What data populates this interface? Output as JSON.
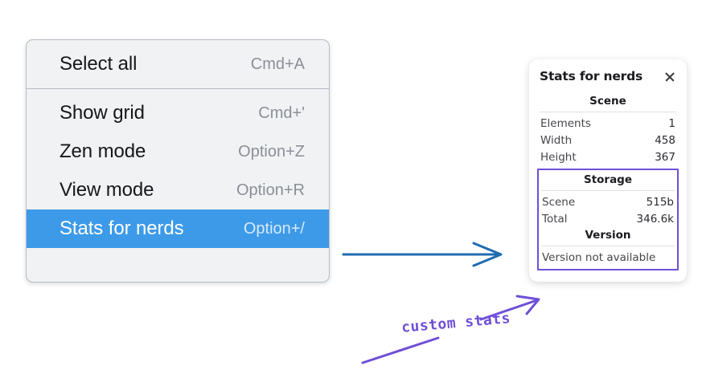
{
  "colors": {
    "menu_background": "#f1f2f4",
    "menu_border": "#b6bcc6",
    "menu_highlight": "#3d9ae8",
    "annotation_purple": "#6f4fd8",
    "annotation_blue": "#1f6cb0",
    "panel_background": "#ffffff",
    "page_background": "#ffffff"
  },
  "context_menu": {
    "name": "context-menu",
    "groups": [
      {
        "items": [
          {
            "label": "Select all",
            "shortcut": "Cmd+A",
            "selected": false,
            "name": "select-all"
          }
        ]
      },
      {
        "items": [
          {
            "label": "Show grid",
            "shortcut": "Cmd+'",
            "selected": false,
            "name": "show-grid"
          },
          {
            "label": "Zen mode",
            "shortcut": "Option+Z",
            "selected": false,
            "name": "zen-mode"
          },
          {
            "label": "View mode",
            "shortcut": "Option+R",
            "selected": false,
            "name": "view-mode"
          },
          {
            "label": "Stats for nerds",
            "shortcut": "Option+/",
            "selected": true,
            "name": "stats-for-nerds"
          }
        ]
      }
    ]
  },
  "stats_panel": {
    "title": "Stats for nerds",
    "close_icon": "close-icon",
    "scene": {
      "heading": "Scene",
      "rows": [
        {
          "label": "Elements",
          "value": "1"
        },
        {
          "label": "Width",
          "value": "458"
        },
        {
          "label": "Height",
          "value": "367"
        }
      ]
    },
    "storage": {
      "heading": "Storage",
      "rows": [
        {
          "label": "Scene",
          "value": "515b"
        },
        {
          "label": "Total",
          "value": "346.6k"
        }
      ]
    },
    "version": {
      "heading": "Version",
      "note": "Version not available"
    }
  },
  "annotations": {
    "handwritten_label": "custom stats",
    "blue_arrow_name": "blue-arrow",
    "purple_arrow_name": "purple-arrow"
  }
}
